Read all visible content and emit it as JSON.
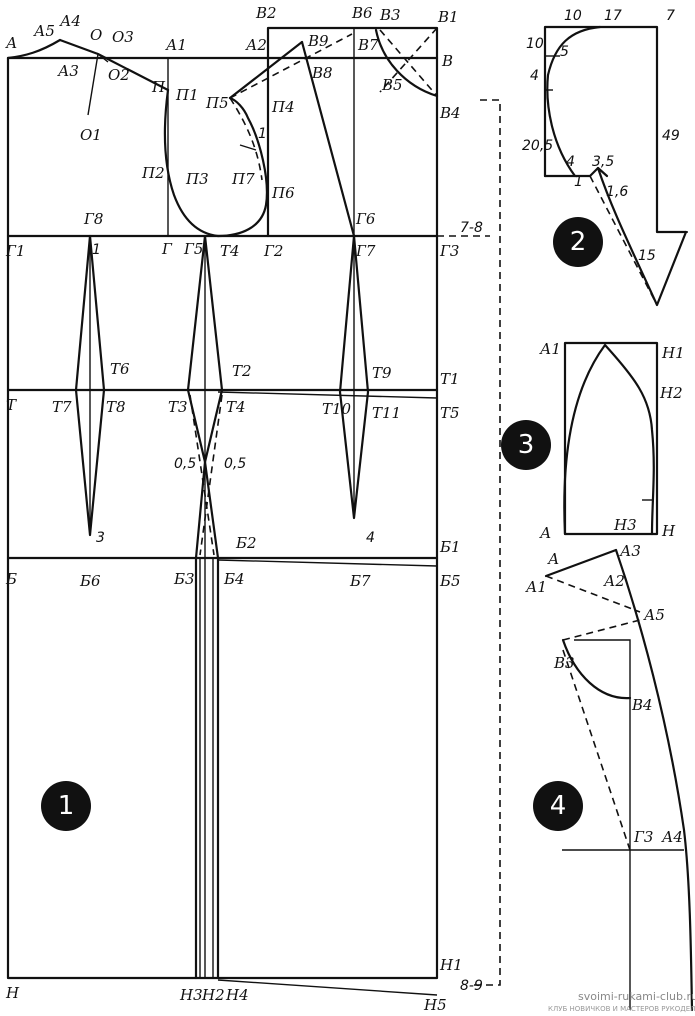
{
  "diagram": {
    "badges": [
      "1",
      "2",
      "3",
      "4"
    ],
    "main": {
      "top": {
        "A": "А",
        "A5": "А5",
        "A4": "А4",
        "O": "О",
        "O3": "О3",
        "A3": "А3",
        "O2": "О2",
        "O1": "О1",
        "A1": "А1",
        "P": "П",
        "P1": "П1",
        "B2": "В2",
        "A2": "А2",
        "B9": "В9",
        "B8": "В8",
        "B6": "В6",
        "B3": "В3",
        "B1": "В1",
        "B7": "В7",
        "B": "В",
        "B5": "В5",
        "B4": "В4",
        "P5": "П5",
        "P4": "П4",
        "one": "1",
        "P2": "П2",
        "P6": "П6",
        "P3": "П3",
        "P7": "П7"
      },
      "chest": {
        "G8": "Г8",
        "G6": "Г6",
        "G1": "Г1",
        "one": "1",
        "G": "Г",
        "G5": "Г5",
        "T4": "Т4",
        "G2": "Г2",
        "G7": "Г7",
        "G3": "Г3",
        "dim": "7-8"
      },
      "waist": {
        "T6": "Т6",
        "T2": "Т2",
        "T9": "Т9",
        "T1": "Т1",
        "T": "Т",
        "T7": "Т7",
        "T8": "Т8",
        "T3": "Т3",
        "T4": "Т4",
        "T10": "Т10",
        "T11": "Т11",
        "T5": "Т5",
        "h1": "0,5",
        "h2": "0,5",
        "three": "3",
        "four": "4"
      },
      "hip": {
        "B2": "Б2",
        "B1": "Б1",
        "B": "Б",
        "B6": "Б6",
        "B3": "Б3",
        "B4": "Б4",
        "B7": "Б7",
        "B5": "Б5"
      },
      "hem": {
        "H1": "Н1",
        "dim": "8-9",
        "H": "Н",
        "H3": "Н3",
        "H2": "Н2",
        "H4": "Н4",
        "H5": "Н5"
      }
    },
    "collar": {
      "d10": "10",
      "d17": "17",
      "d7": "7",
      "d10v": "10",
      "d5": "5",
      "d4v": "4",
      "d49": "49",
      "d205": "20,5",
      "d4": "4",
      "d35": "3,5",
      "d1": "1",
      "d16": "1,6",
      "d15": "15"
    },
    "sleeve": {
      "A1": "А1",
      "H1": "Н1",
      "H2": "Н2",
      "A": "А",
      "H3": "Н3",
      "H": "Н"
    },
    "pattern": {
      "A": "А",
      "A3": "А3",
      "A1": "А1",
      "A2": "А2",
      "A5": "А5",
      "B3": "В3",
      "B4": "В4",
      "G3": "Г3",
      "A4": "А4"
    }
  },
  "watermark": {
    "site": "svoimi-rukami-club.ru",
    "slogan": "КЛУБ НОВИЧКОВ И МАСТЕРОВ РУКОДЕЛИЯ"
  }
}
